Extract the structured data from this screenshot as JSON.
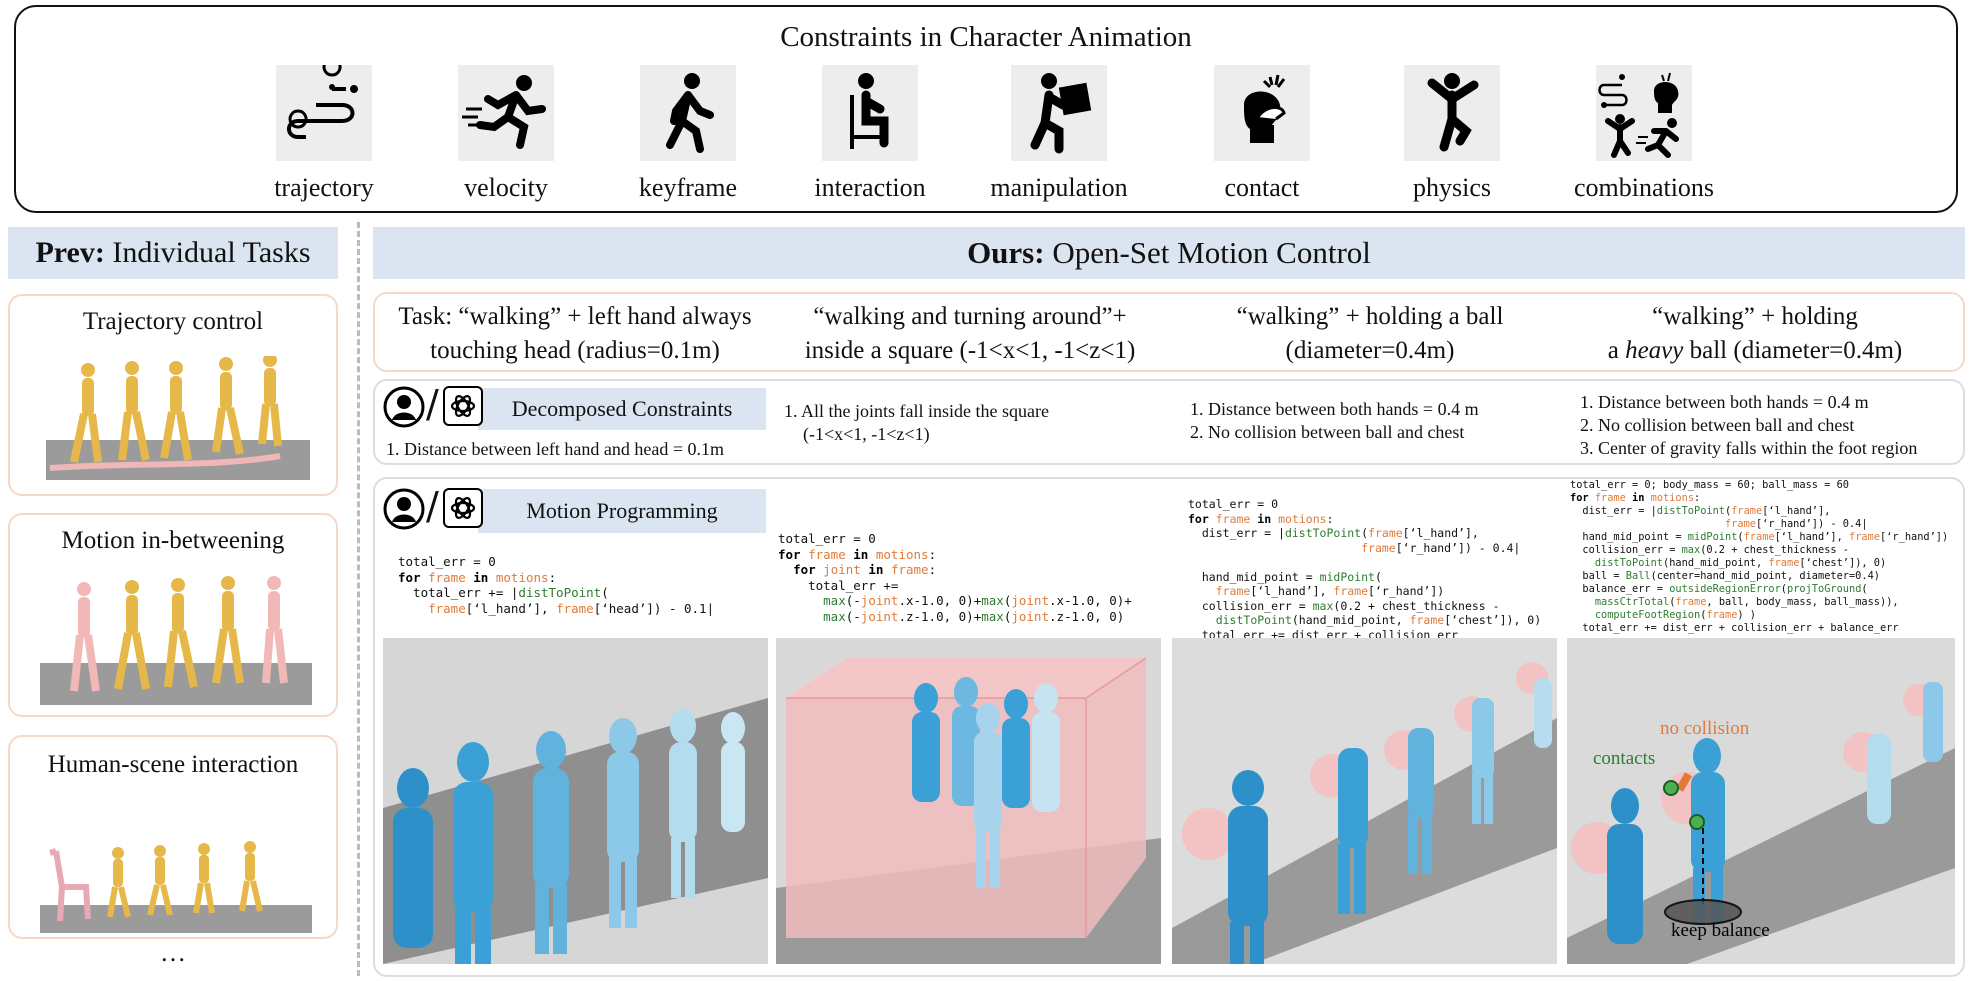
{
  "banner": {
    "title": "Constraints in Character Animation",
    "constraints": [
      {
        "label": "trajectory",
        "icon": "trajectory-icon"
      },
      {
        "label": "velocity",
        "icon": "running-icon"
      },
      {
        "label": "keyframe",
        "icon": "walking-icon"
      },
      {
        "label": "interaction",
        "icon": "sitting-icon"
      },
      {
        "label": "manipulation",
        "icon": "carrying-box-icon"
      },
      {
        "label": "contact",
        "icon": "head-contact-icon"
      },
      {
        "label": "physics",
        "icon": "balance-icon"
      },
      {
        "label": "combinations",
        "icon": "combination-icon"
      }
    ]
  },
  "prev": {
    "header_bold": "Prev:",
    "header_rest": " Individual Tasks",
    "cards": [
      "Trajectory control",
      "Motion in-betweening",
      "Human-scene interaction"
    ],
    "ellipsis": "…"
  },
  "ours": {
    "header_bold": "Ours:",
    "header_rest": " Open-Set Motion Control",
    "tasks": [
      {
        "line1": "Task: “walking” + left hand always",
        "line2": "touching head (radius=0.1m)"
      },
      {
        "line1": "“walking and turning around”+",
        "line2": "inside a square (-1<x<1, -1<z<1)"
      },
      {
        "line1": "“walking” + holding a ball",
        "line2": "(diameter=0.4m)"
      },
      {
        "line1": "“walking” + holding",
        "line2_pre": "a ",
        "line2_em": "heavy",
        "line2_post": " ball (diameter=0.4m)"
      }
    ],
    "decomposed_label": "Decomposed Constraints",
    "programming_label": "Motion Programming",
    "slash": "/",
    "constraints": [
      [
        "1. Distance between left hand and head = 0.1m"
      ],
      [
        "1. All the joints fall inside the square",
        "(-1<x<1, -1<z<1)"
      ],
      [
        "1. Distance between both hands = 0.4 m",
        "2. No collision between ball and chest"
      ],
      [
        "1. Distance between both hands = 0.4 m",
        "2. No collision between ball and chest",
        "3. Center of gravity falls within the foot region"
      ]
    ],
    "annotations": {
      "no_collision": "no collision",
      "contacts": "contacts",
      "keep_balance": "keep balance"
    },
    "colors": {
      "header_bg": "#dbe4f1",
      "card_border": "#f6d8c8",
      "code_func": "#e07b3a",
      "code_green": "#2e7d32",
      "character_yellow": "#e6b84a",
      "character_blue": "#3aa0d6",
      "ball_pink": "#f3c3c3"
    }
  }
}
